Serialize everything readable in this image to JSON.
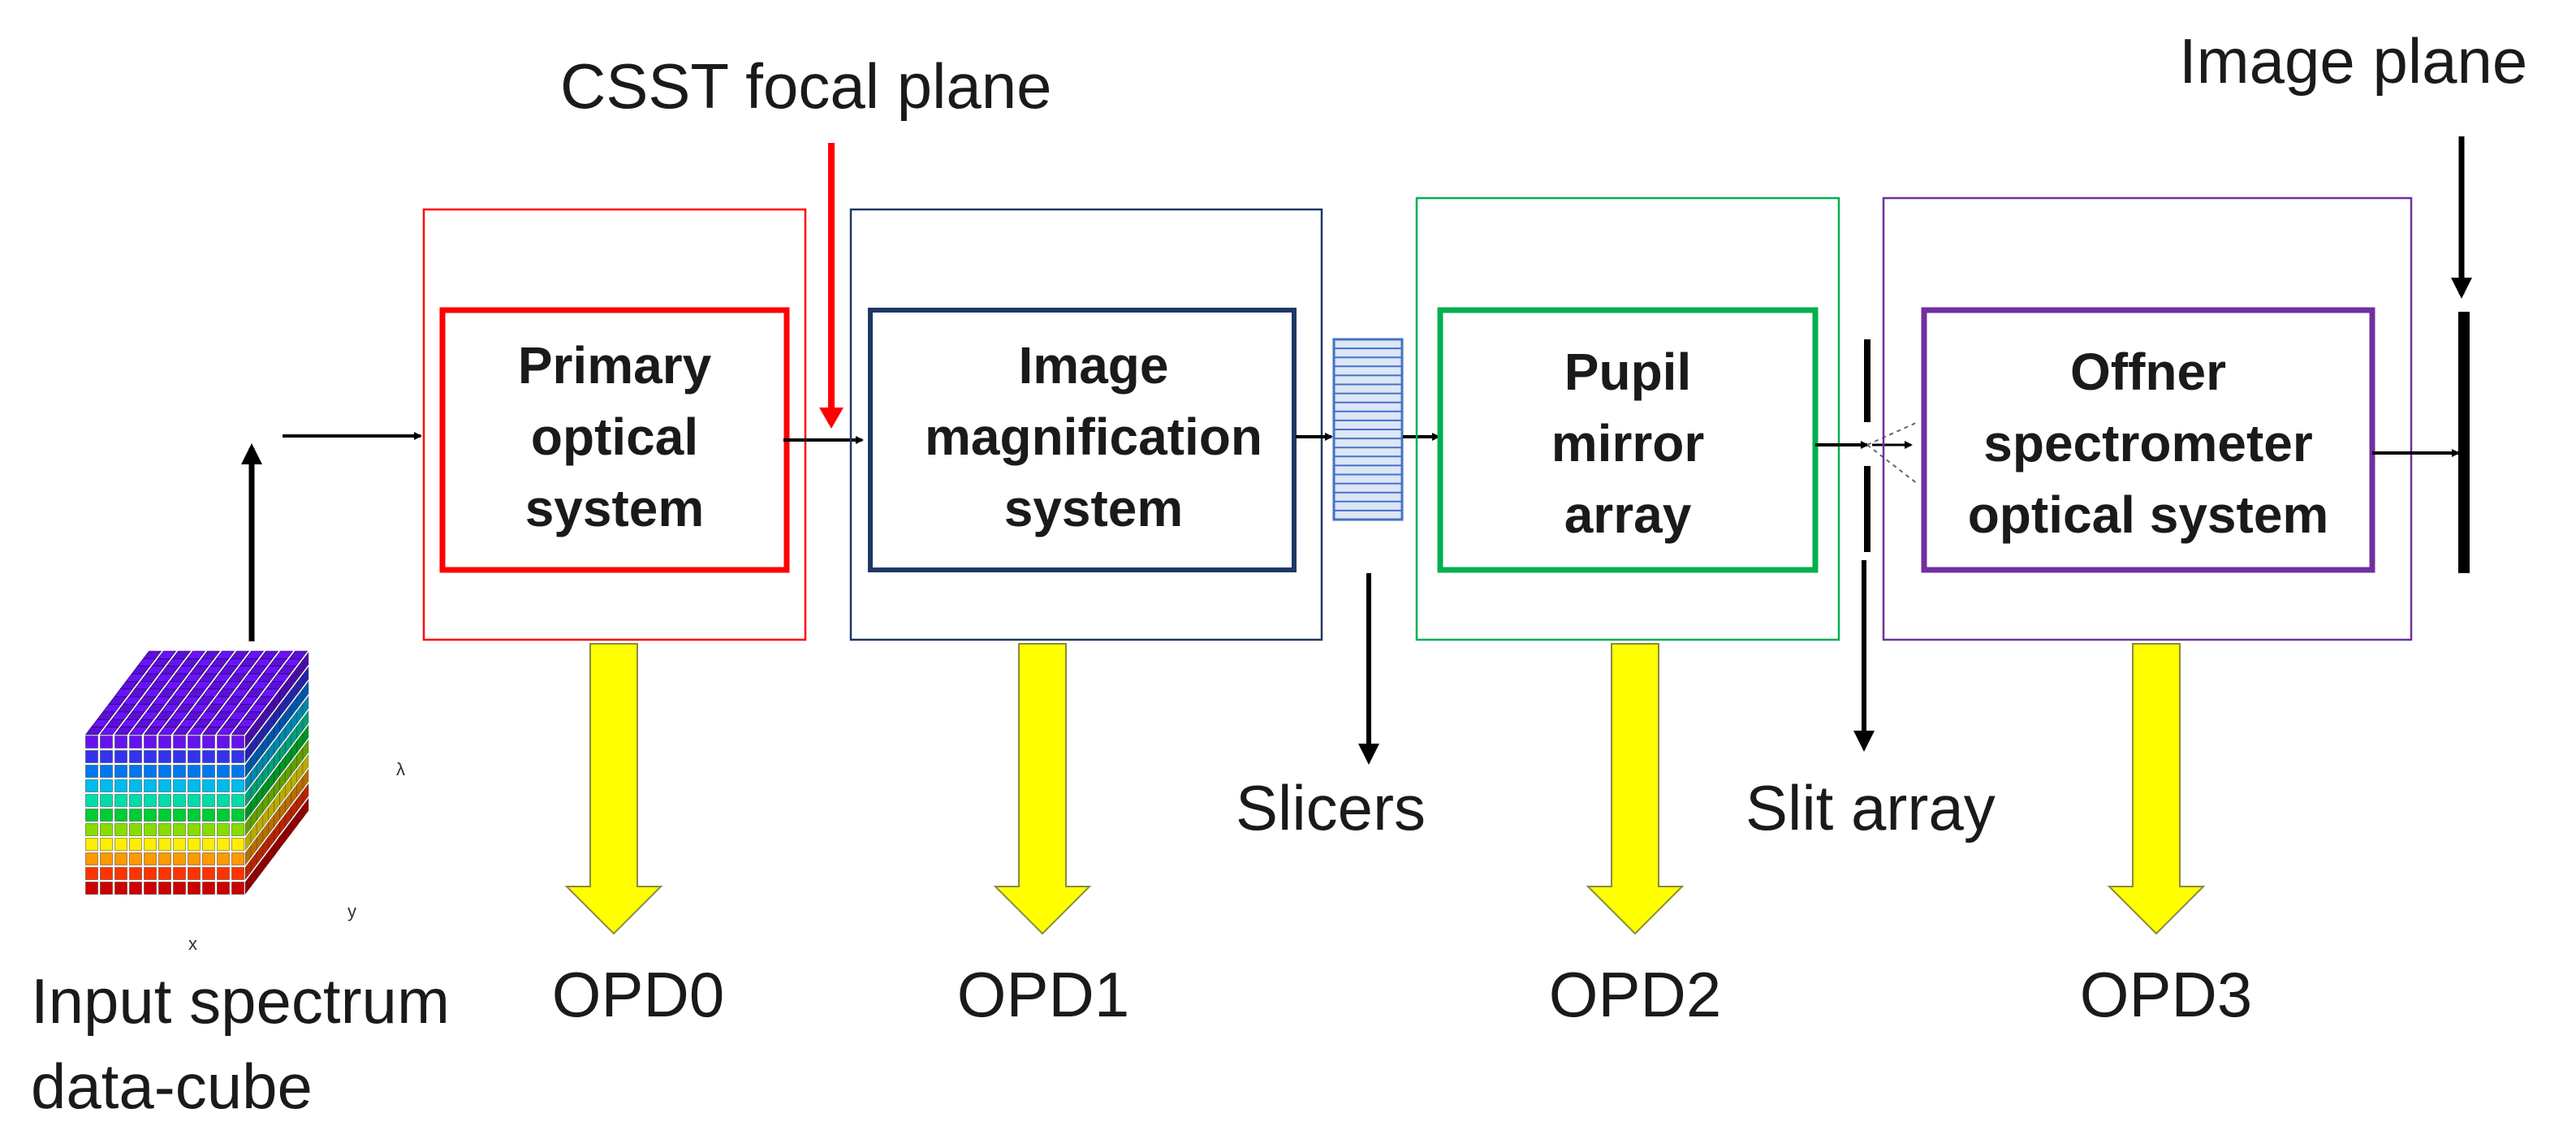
{
  "labels": {
    "focal_plane": "CSST focal plane",
    "image_plane": "Image plane",
    "slicers": "Slicers",
    "slit_array": "Slit array",
    "input_line1": "Input spectrum",
    "input_line2": "data-cube"
  },
  "blocks": [
    {
      "id": "primary",
      "lines": [
        "Primary",
        "optical",
        "system"
      ],
      "color": "#ff0000",
      "opd": "OPD0"
    },
    {
      "id": "magnification",
      "lines": [
        "Image",
        "magnification",
        "system"
      ],
      "color": "#1f3864",
      "opd": "OPD1"
    },
    {
      "id": "pupil",
      "lines": [
        "Pupil",
        "mirror",
        "array"
      ],
      "color": "#00b050",
      "opd": "OPD2"
    },
    {
      "id": "offner",
      "lines": [
        "Offner",
        "spectrometer",
        "optical system"
      ],
      "color": "#7030a0",
      "opd": "OPD3"
    }
  ],
  "cube": {
    "axes": {
      "x": "x",
      "y": "y",
      "lambda": "λ"
    },
    "layer_colors": [
      "#cc0000",
      "#ff3300",
      "#ff9900",
      "#ffee00",
      "#88dd00",
      "#00cc33",
      "#00ddaa",
      "#00bbee",
      "#0077ee",
      "#3333ee",
      "#6611ee"
    ]
  },
  "colors": {
    "yellow_arrow": "#ffff00",
    "slicer_fill": "#dce6f5",
    "slicer_stroke": "#4472c4"
  }
}
